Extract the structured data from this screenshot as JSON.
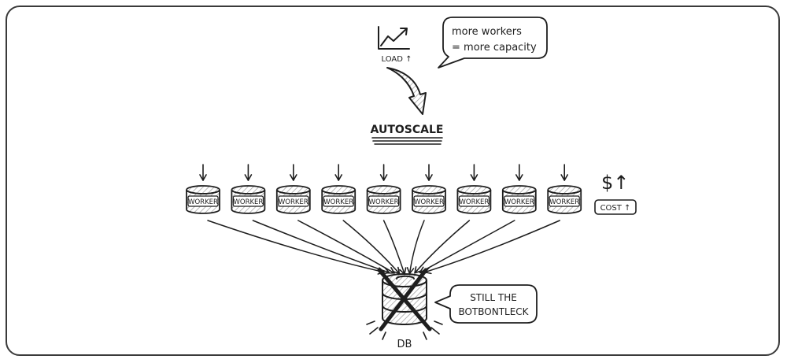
{
  "load_label": "LOAD ↑",
  "bubble_top": {
    "line1": "more workers",
    "line2": "= more capacity"
  },
  "autoscale_label": "AUTOSCALE",
  "workers": [
    "WORKER",
    "WORKER",
    "WORKER",
    "WORKER",
    "WORKER",
    "WORKER",
    "WORKER",
    "WORKER",
    "WORKER"
  ],
  "cost_symbol": "$↑",
  "cost_label": "COST ↑",
  "db_label": "DB",
  "bubble_db": {
    "line1": "STILL THE",
    "line2": "BOTBONTLECK"
  },
  "colors": {
    "ink": "#1e1e1e",
    "hatch": "#9a9a9a",
    "frame": "#3a3a3a"
  }
}
